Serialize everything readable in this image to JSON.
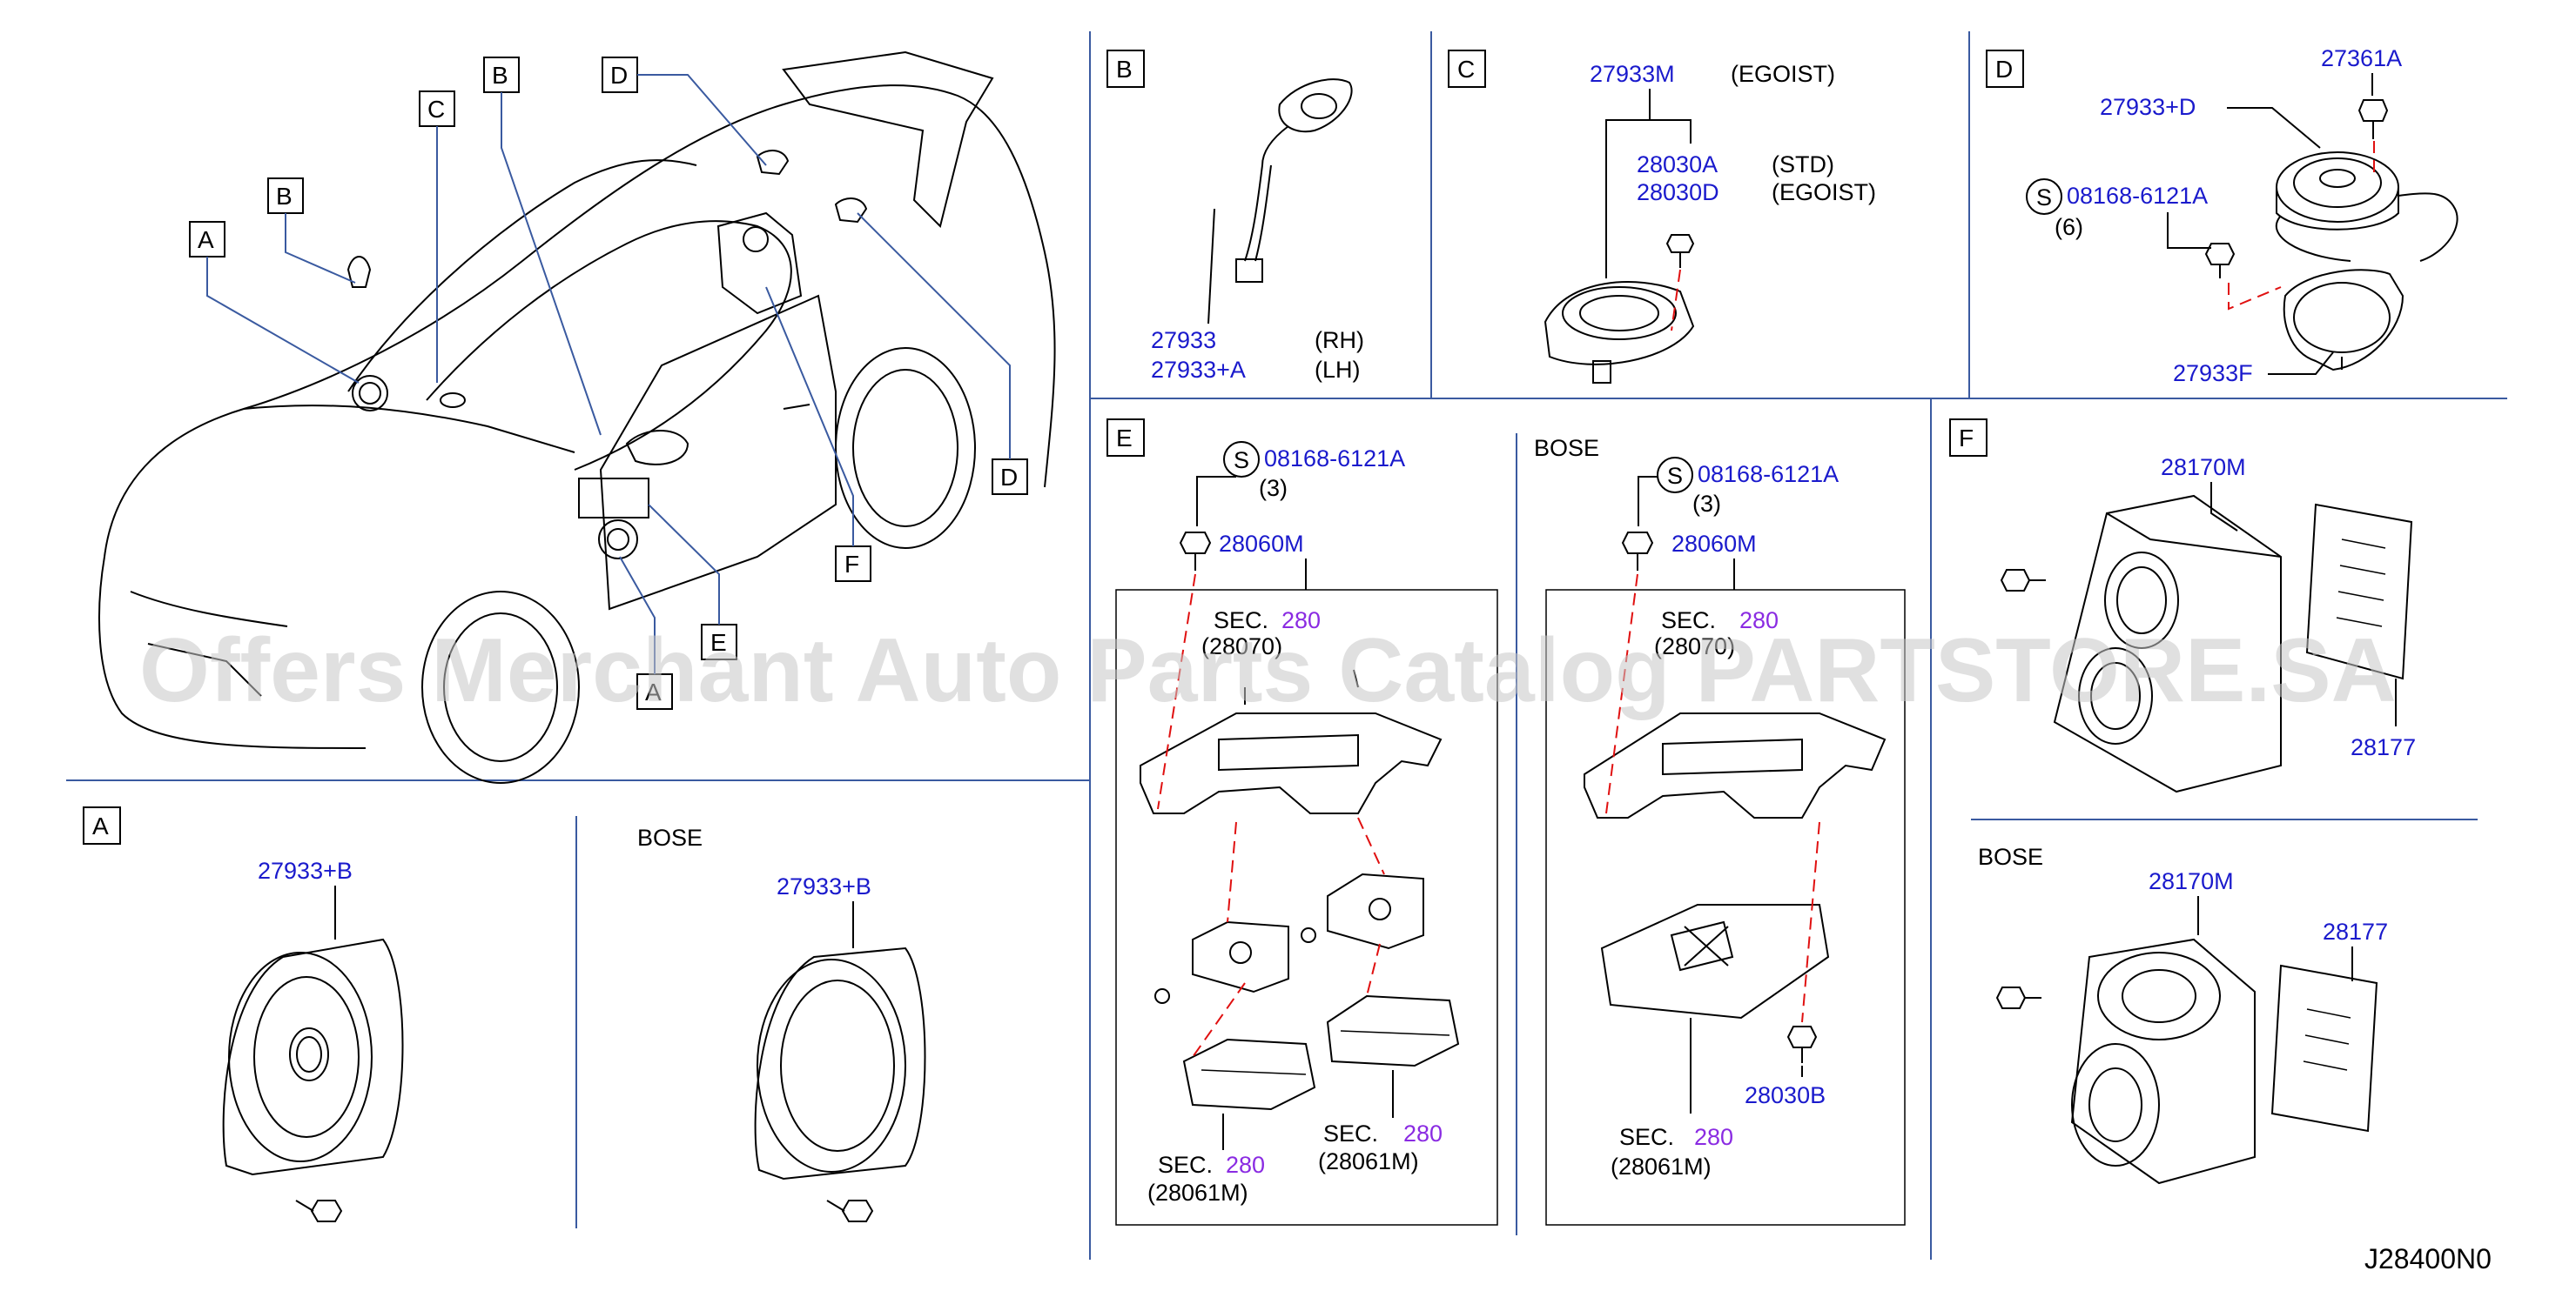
{
  "diagram_code": "J28400N0",
  "watermark": "Offers Merchant Auto Parts Catalog PARTSTORE.SA",
  "overview": {
    "callouts": [
      "A",
      "B",
      "C",
      "D",
      "B",
      "D",
      "F",
      "E",
      "A"
    ]
  },
  "panel_A": {
    "letter": "A",
    "std_part": "27933+B",
    "bose_label": "BOSE",
    "bose_part": "27933+B"
  },
  "panel_B": {
    "letter": "B",
    "part_rh": "27933",
    "part_lh": "27933+A",
    "rh": "(RH)",
    "lh": "(LH)"
  },
  "panel_C": {
    "letter": "C",
    "part_top": "27933M",
    "note_top": "(EGOIST)",
    "part_std": "28030A",
    "note_std": "(STD)",
    "part_egoist": "28030D",
    "note_egoist": "(EGOIST)"
  },
  "panel_D": {
    "letter": "D",
    "bolt": "27361A",
    "speaker": "27933+D",
    "screw_prefix": "S",
    "screw": "08168-6121A",
    "screw_qty": "(6)",
    "bracket": "27933F"
  },
  "panel_E": {
    "letter": "E",
    "screw_prefix": "S",
    "screw": "08168-6121A",
    "screw_qty": "(3)",
    "bracket": "28060M",
    "sec_label": "SEC.",
    "sec_num": "280",
    "sec_top_ref": "(28070)",
    "sec_left_ref": "(28061M)",
    "sec_right_ref": "(28061M)",
    "bose_label": "BOSE",
    "bose_screw_prefix": "S",
    "bose_screw": "08168-6121A",
    "bose_screw_qty": "(3)",
    "bose_bracket": "28060M",
    "bose_sec_top_ref": "(28070)",
    "bose_bolt": "28030B",
    "bose_sec_bottom_ref": "(28061M)"
  },
  "panel_F": {
    "letter": "F",
    "enclosure": "28170M",
    "amp": "28177",
    "bose_label": "BOSE",
    "bose_enclosure": "28170M",
    "bose_amp": "28177"
  }
}
